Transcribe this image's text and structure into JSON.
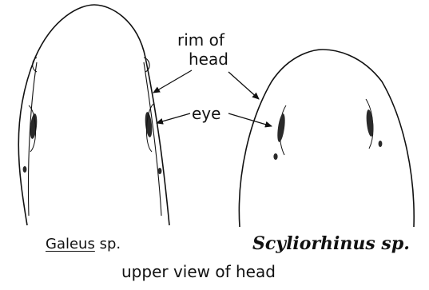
{
  "labels": {
    "rim_line1": "rim of",
    "rim_line2": "head",
    "eye": "eye",
    "galeus_genus": "Galeus",
    "galeus_sp": " sp.",
    "scyliorhinus": "Scyliorhinus sp.",
    "caption": "upper view of head"
  },
  "colors": {
    "ink": "#111111",
    "eye_fill": "#2a2a2a",
    "background": "#ffffff"
  }
}
